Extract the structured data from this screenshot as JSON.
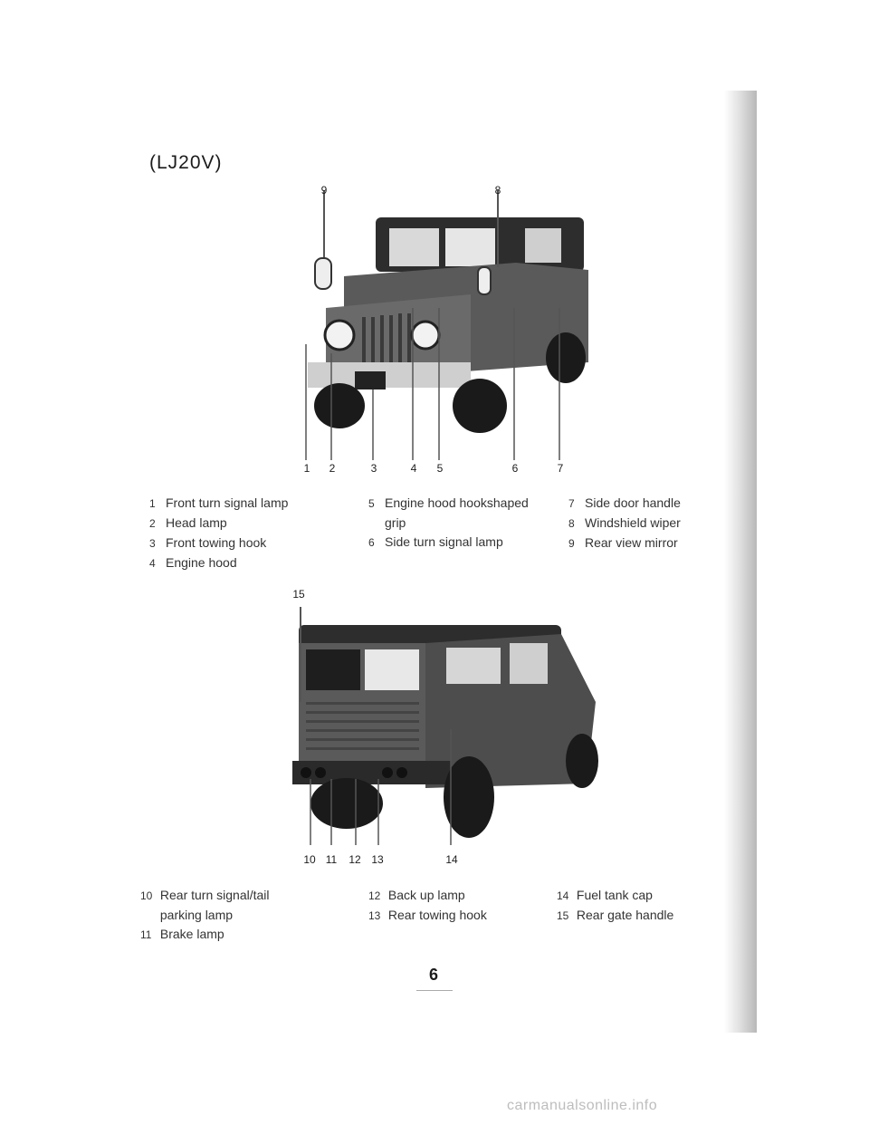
{
  "header": {
    "model": "(LJ20V)"
  },
  "front_view": {
    "callouts_top": [
      "9",
      "8"
    ],
    "callouts_bottom": [
      "1",
      "2",
      "3",
      "4",
      "5",
      "6",
      "7"
    ],
    "legend_col1": [
      {
        "num": "1",
        "text": "Front turn signal lamp"
      },
      {
        "num": "2",
        "text": "Head lamp"
      },
      {
        "num": "3",
        "text": "Front towing hook"
      },
      {
        "num": "4",
        "text": "Engine hood"
      }
    ],
    "legend_col2": [
      {
        "num": "5",
        "text": "Engine hood hookshaped"
      },
      {
        "num": "",
        "text": "grip"
      },
      {
        "num": "6",
        "text": "Side turn signal lamp"
      }
    ],
    "legend_col3": [
      {
        "num": "7",
        "text": "Side door handle"
      },
      {
        "num": "8",
        "text": "Windshield wiper"
      },
      {
        "num": "9",
        "text": "Rear view mirror"
      }
    ]
  },
  "rear_view": {
    "callouts_top": [
      "15"
    ],
    "callouts_bottom": [
      "10",
      "11",
      "12",
      "13",
      "14"
    ],
    "legend_col1": [
      {
        "num": "10",
        "text": "Rear turn signal/tail"
      },
      {
        "num": "",
        "text": "parking lamp"
      },
      {
        "num": "11",
        "text": "Brake lamp"
      }
    ],
    "legend_col2": [
      {
        "num": "12",
        "text": "Back up lamp"
      },
      {
        "num": "13",
        "text": "Rear towing hook"
      }
    ],
    "legend_col3": [
      {
        "num": "14",
        "text": "Fuel tank cap"
      },
      {
        "num": "15",
        "text": "Rear gate handle"
      }
    ]
  },
  "page_number": "6",
  "watermark": "carmanualsonline.info"
}
